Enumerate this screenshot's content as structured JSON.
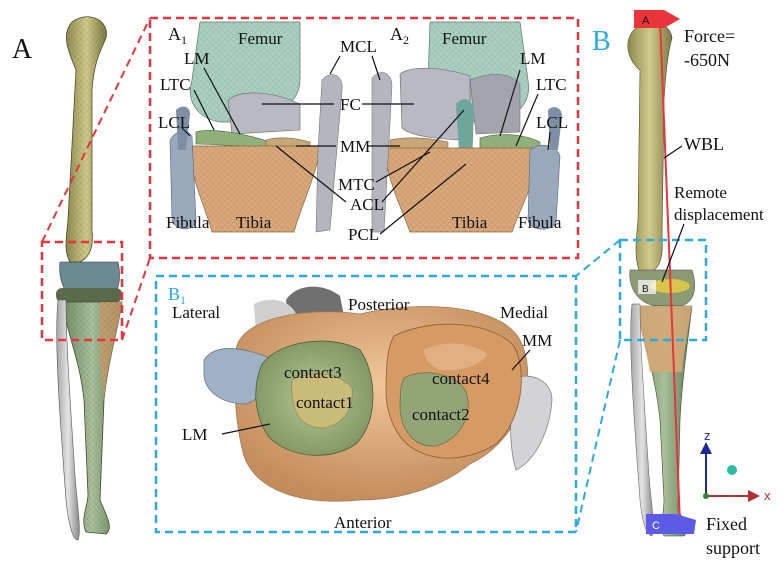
{
  "panels": {
    "A": "A",
    "B": "B",
    "A1": "A",
    "A1_sub": "1",
    "A2": "A",
    "A2_sub": "2",
    "B1": "B",
    "B1_sub": "1"
  },
  "a1_labels": {
    "femur": "Femur",
    "lm": "LM",
    "ltc": "LTC",
    "lcl": "LCL",
    "fibula": "Fibula",
    "tibia": "Tibia"
  },
  "a2_labels": {
    "femur": "Femur",
    "lm": "LM",
    "ltc": "LTC",
    "lcl": "LCL",
    "fibula": "Fibula",
    "tibia": "Tibia"
  },
  "shared_labels": {
    "mcl": "MCL",
    "fc": "FC",
    "mm": "MM",
    "mtc": "MTC",
    "acl": "ACL",
    "pcl": "PCL"
  },
  "b1_labels": {
    "lateral": "Lateral",
    "posterior": "Posterior",
    "medial": "Medial",
    "mm": "MM",
    "contact1": "contact1",
    "contact2": "contact2",
    "contact3": "contact3",
    "contact4": "contact4",
    "lm": "LM",
    "anterior": "Anterior"
  },
  "b_labels": {
    "force_line1": "Force=",
    "force_line2": "-650N",
    "wbl": "WBL",
    "remote_line1": "Remote",
    "remote_line2": "displacement",
    "fixed_line1": "Fixed",
    "fixed_line2": "support",
    "marker_a": "A",
    "marker_b": "B",
    "marker_c": "C"
  },
  "axes": {
    "z": "z",
    "x": "x"
  },
  "colors": {
    "red_dash": "#e8343a",
    "blue_dash": "#29abe2",
    "femur_green": "#a8cfc0",
    "tibia_tan": "#d9a87a",
    "meniscus_green": "#8fb07a",
    "bone_yellow": "#c9c27a",
    "cartilage_gray": "#b9b9c4",
    "ligament_blue": "#9aa9bb"
  }
}
